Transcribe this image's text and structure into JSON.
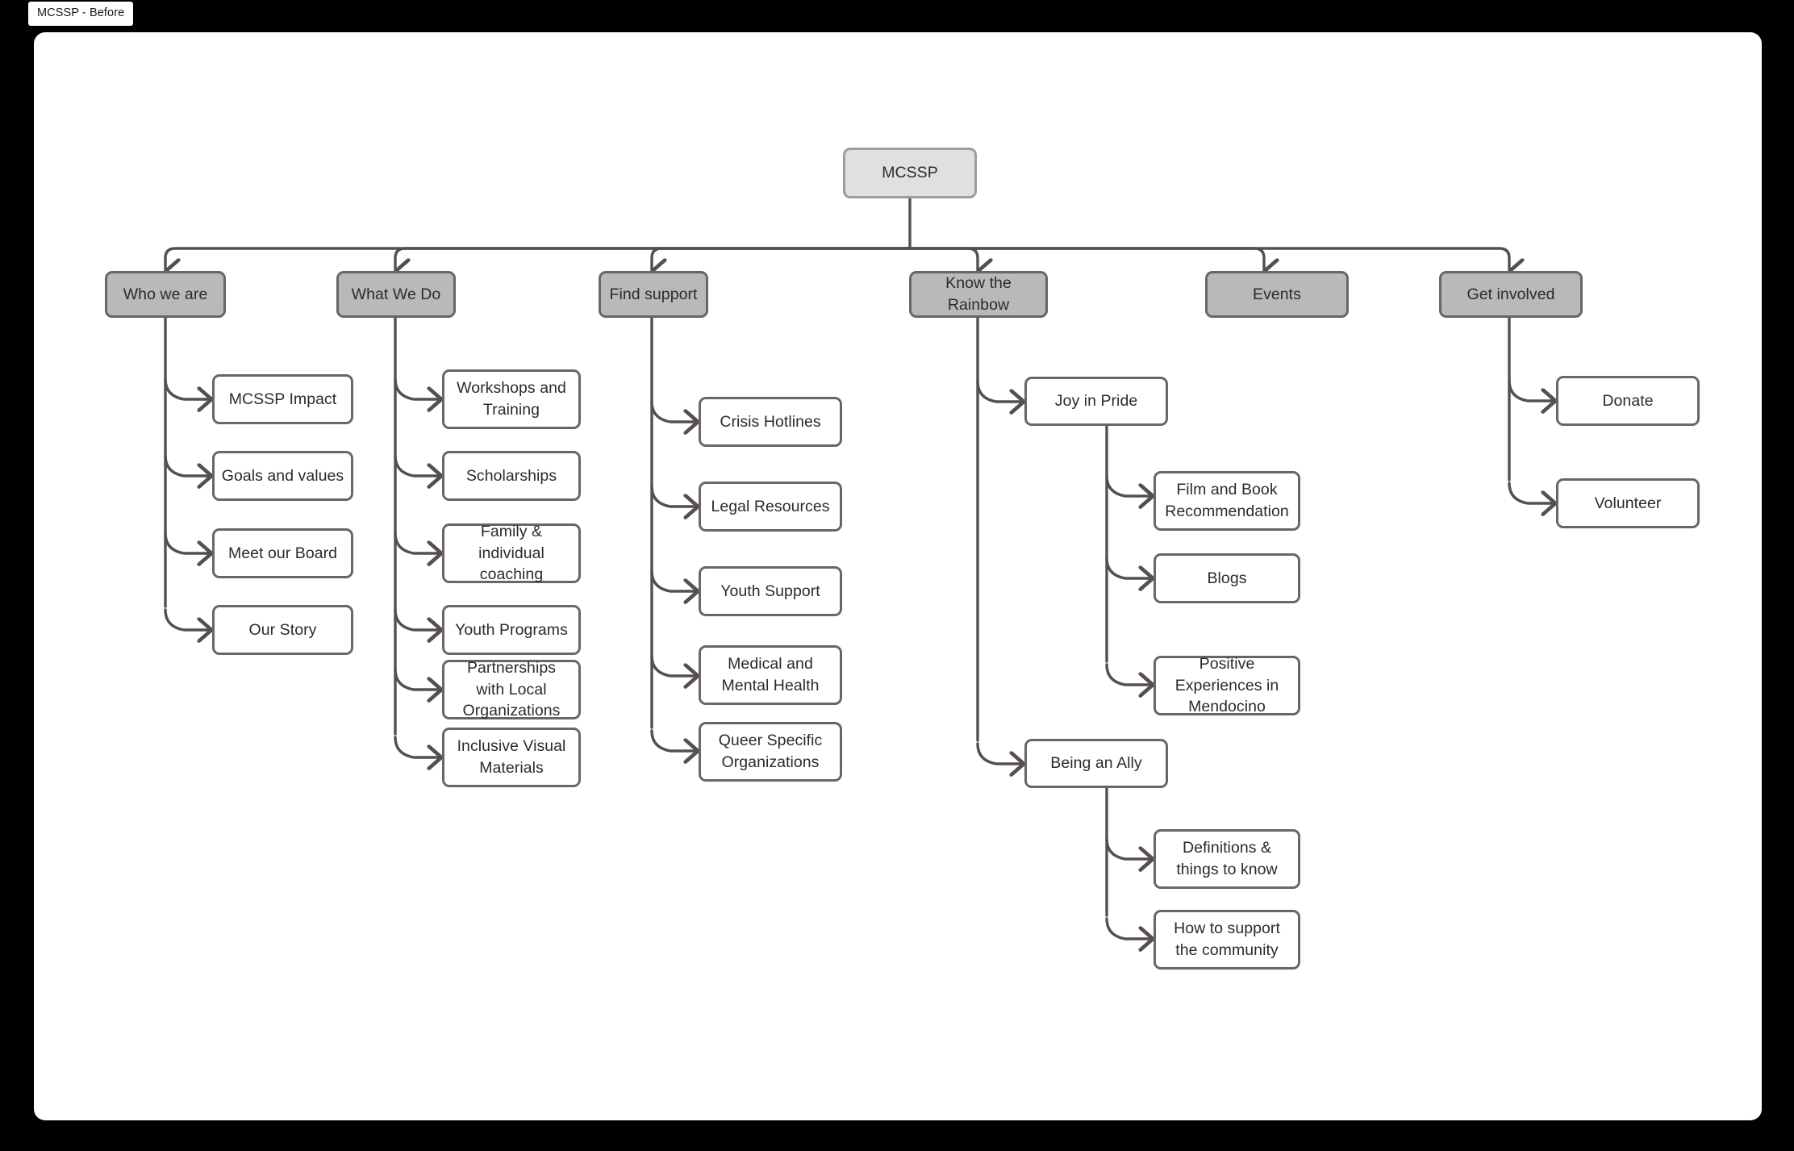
{
  "window": {
    "tab_label": "MCSSP - Before",
    "background_color": "#000000",
    "canvas_color": "#ffffff"
  },
  "theme": {
    "root_fill": "#e0e0e0",
    "root_stroke": "#9d9d9d",
    "section_fill": "#b9b9b9",
    "section_stroke": "#6a6663",
    "leaf_fill": "#ffffff",
    "leaf_stroke": "#6a6663",
    "connector_color": "#55504d",
    "text_color": "#2b2b2b"
  },
  "diagram": {
    "type": "sitemap-tree",
    "title": "MCSSP - Before",
    "root": {
      "label": "MCSSP"
    },
    "sections": [
      {
        "id": "who-we-are",
        "label": "Who we are",
        "children": [
          {
            "label": "MCSSP Impact"
          },
          {
            "label": "Goals and values"
          },
          {
            "label": "Meet our Board"
          },
          {
            "label": "Our Story"
          }
        ]
      },
      {
        "id": "what-we-do",
        "label": "What We Do",
        "children": [
          {
            "label": "Workshops and Training"
          },
          {
            "label": "Scholarships"
          },
          {
            "label": "Family & individual coaching"
          },
          {
            "label": "Youth Programs"
          },
          {
            "label": "Partnerships with Local Organizations"
          },
          {
            "label": "Inclusive Visual Materials"
          }
        ]
      },
      {
        "id": "find-support",
        "label": "Find support",
        "children": [
          {
            "label": "Crisis Hotlines"
          },
          {
            "label": "Legal Resources"
          },
          {
            "label": "Youth Support"
          },
          {
            "label": "Medical and Mental Health"
          },
          {
            "label": "Queer Specific Organizations"
          }
        ]
      },
      {
        "id": "know-the-rainbow",
        "label": "Know the Rainbow",
        "children": [
          {
            "label": "Joy in Pride",
            "children": [
              {
                "label": "Film and Book Recommendation"
              },
              {
                "label": "Blogs"
              },
              {
                "label": "Positive Experiences in Mendocino"
              }
            ]
          },
          {
            "label": "Being an Ally",
            "children": [
              {
                "label": "Definitions & things to know"
              },
              {
                "label": "How to support the community"
              }
            ]
          }
        ]
      },
      {
        "id": "events",
        "label": "Events",
        "children": []
      },
      {
        "id": "get-involved",
        "label": "Get involved",
        "children": [
          {
            "label": "Donate"
          },
          {
            "label": "Volunteer"
          }
        ]
      }
    ]
  }
}
